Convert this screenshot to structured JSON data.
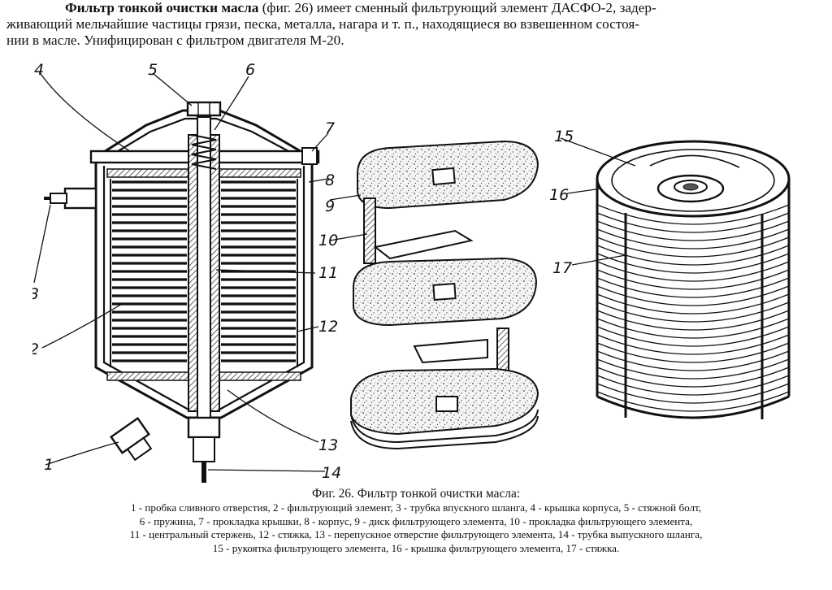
{
  "intro": {
    "bold_term": "Фильтр тонкой очистки масла",
    "line1_rest": " (фиг. 26) имеет сменный фильтрующий элемент ДАСФО-2, задер-",
    "line2": "живающий мельчайшие частицы грязи, песка, металла, нагара и т. п., находящиеся во взвешенном состоя-",
    "line3": "нии в масле. Унифицирован с фильтром двигателя М-20."
  },
  "figure": {
    "callouts": [
      "1",
      "2",
      "3",
      "4",
      "5",
      "6",
      "7",
      "8",
      "9",
      "10",
      "11",
      "12",
      "13",
      "14",
      "15",
      "16",
      "17"
    ]
  },
  "caption": {
    "title": "Фиг. 26. Фильтр тонкой очистки масла:",
    "lines": [
      "1 - пробка сливного отверстия, 2 - фильтрующий элемент, 3 - трубка впускного шланга, 4 - крышка корпуса, 5 - стяжной болт,",
      "6 - пружина, 7 - прокладка крышки, 8 - корпус, 9 - диск фильтрующего элемента, 10 - прокладка фильтрующего элемента,",
      "11 - центральный стержень, 12 - стяжка, 13 - перепускное отверстие фильтрующего элемента, 14 - трубка выпускного шланга,",
      "15 - рукоятка фильтрующего элемента, 16 - крышка фильтрующего элемента, 17 - стяжка."
    ]
  }
}
